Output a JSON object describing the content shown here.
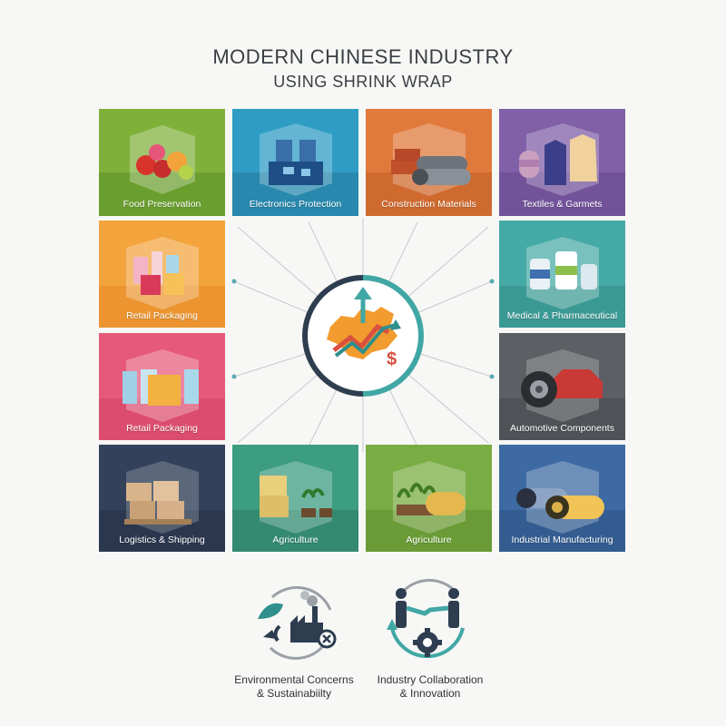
{
  "header": {
    "title_line1": "MODERN CHINESE INDUSTRY",
    "title_line2": "USING SHRINK WRAP"
  },
  "tiles": [
    {
      "label": "Food Preservation",
      "color": "#7fb13a",
      "icon": "fruit-icon"
    },
    {
      "label": "Electronics Protection",
      "color": "#2f9cc4",
      "icon": "circuit-board-icon"
    },
    {
      "label": "Construction Materials",
      "color": "#e07a3c",
      "icon": "pipes-icon"
    },
    {
      "label": "Textiles & Garmets",
      "color": "#8160a8",
      "icon": "garments-icon"
    },
    {
      "label": "Retail Packaging",
      "color": "#f3a43c",
      "icon": "retail-boxes-icon"
    },
    {
      "label": "Medical & Pharmaceutical",
      "color": "#45aaa5",
      "icon": "medicine-bottles-icon"
    },
    {
      "label": "Retail Packaging",
      "color": "#e6597a",
      "icon": "retail-boxes-icon"
    },
    {
      "label": "Automotive Components",
      "color": "#5c5f63",
      "icon": "car-parts-icon"
    },
    {
      "label": "Logistics & Shipping",
      "color": "#33415a",
      "icon": "pallet-boxes-icon"
    },
    {
      "label": "Agriculture",
      "color": "#3c9d80",
      "icon": "hay-bales-icon"
    },
    {
      "label": "Agriculture",
      "color": "#7aac44",
      "icon": "crops-icon"
    },
    {
      "label": "Industrial Manufacturing",
      "color": "#3d6aa2",
      "icon": "film-rolls-icon"
    }
  ],
  "hub": {
    "icon": "china-growth-icon",
    "colors": [
      "#2e3d50",
      "#41a7a5",
      "#f29b2e",
      "#d9503f"
    ]
  },
  "bottom": [
    {
      "line1": "Environmental Concerns",
      "line2": "& Sustainabiilty",
      "icon": "recycle-factory-icon"
    },
    {
      "line1": "Industry Collaboration",
      "line2": "& Innovation",
      "icon": "handshake-gear-icon"
    }
  ]
}
